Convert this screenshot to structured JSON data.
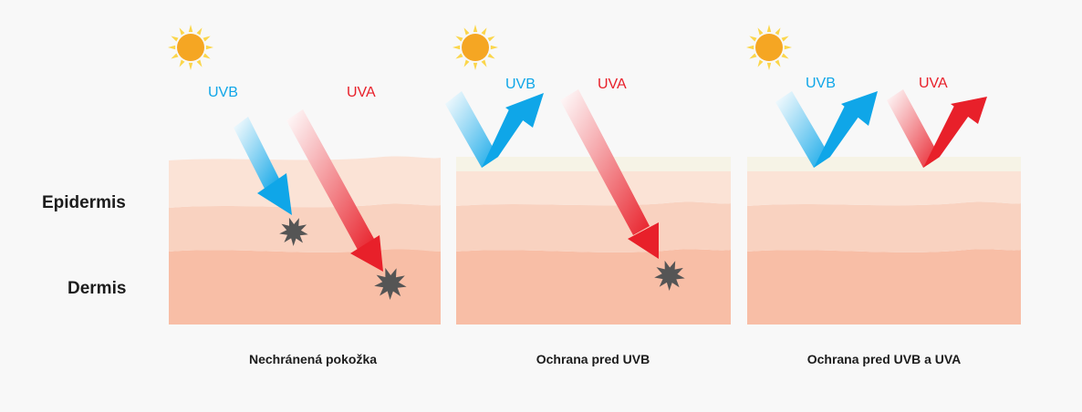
{
  "layers": {
    "epidermis": "Epidermis",
    "dermis": "Dermis"
  },
  "panels": [
    {
      "caption": "Nechránená pokožka",
      "uvb_label": "UVB",
      "uva_label": "UVA",
      "uvb": "penetrates",
      "uva": "penetrates",
      "protective_layer": false
    },
    {
      "caption": "Ochrana pred UVB",
      "uvb_label": "UVB",
      "uva_label": "UVA",
      "uvb": "reflected",
      "uva": "penetrates",
      "protective_layer": true
    },
    {
      "caption": "Ochrana pred UVB a UVA",
      "uvb_label": "UVB",
      "uva_label": "UVA",
      "uvb": "reflected",
      "uva": "reflected",
      "protective_layer": true
    }
  ],
  "colors": {
    "uvb": "#0fa6e8",
    "uva": "#e8202a",
    "sun": "#f5a623",
    "sun_rays": "#fbd64a",
    "skin_top": "#fbe3d6",
    "skin_mid": "#f9d2c0",
    "skin_bottom": "#f8bea6",
    "protective_layer": "#f6f3e6",
    "damage": "#555555"
  },
  "icons": {
    "sun": "sun-icon",
    "damage": "damage-burst-icon"
  }
}
